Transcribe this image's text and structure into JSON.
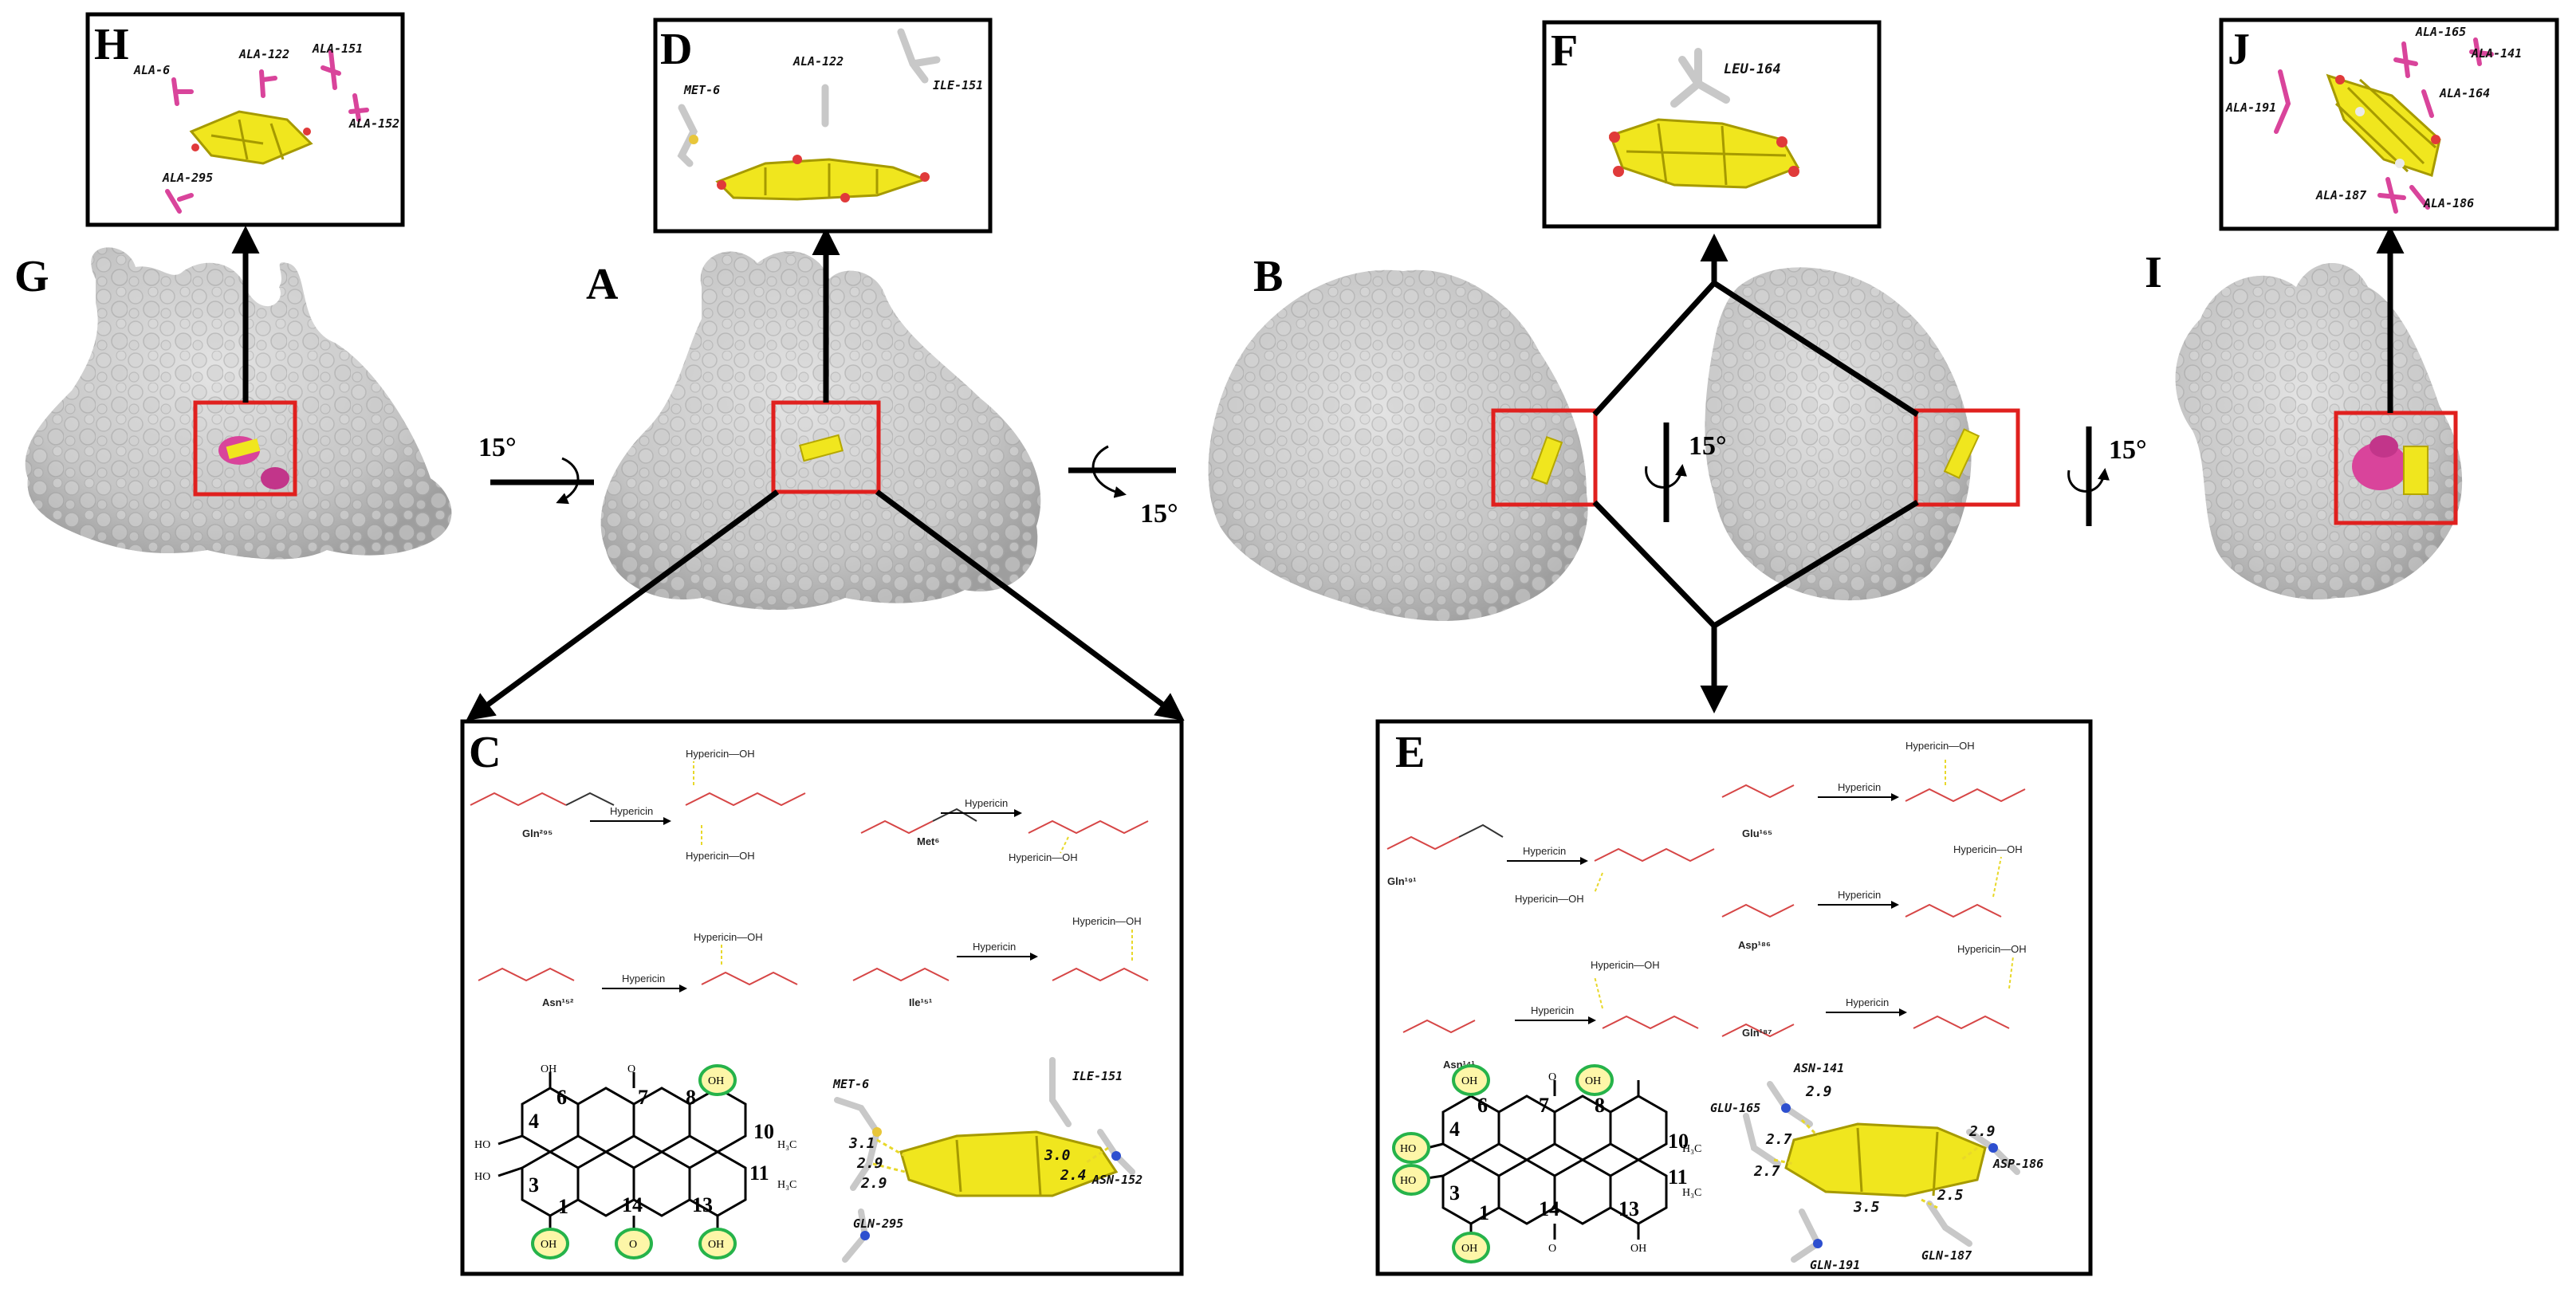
{
  "panel_labels": {
    "A": "A",
    "B": "B",
    "C": "C",
    "D": "D",
    "E": "E",
    "F": "F",
    "G": "G",
    "H": "H",
    "I": "I",
    "J": "J"
  },
  "rotation_label": "15°",
  "residues": {
    "H": [
      "ALA-6",
      "ALA-122",
      "ALA-151",
      "ALA-152",
      "ALA-295"
    ],
    "D": [
      "MET-6",
      "ALA-122",
      "ILE-151"
    ],
    "F": [
      "LEU-164"
    ],
    "J": [
      "ALA-165",
      "ALA-141",
      "ALA-191",
      "ALA-164",
      "ALA-187",
      "ALA-186"
    ],
    "C3d": [
      "MET-6",
      "ILE-151",
      "ASN-152",
      "GLN-295"
    ],
    "E3d": [
      "ASN-141",
      "GLU-165",
      "ASP-186",
      "GLN-191",
      "GLN-187"
    ]
  },
  "distances": {
    "C": [
      "3.1",
      "2.9",
      "2.9",
      "3.0",
      "2.4"
    ],
    "E": [
      "2.9",
      "2.7",
      "2.7",
      "2.9",
      "2.5",
      "3.5"
    ]
  },
  "ligand_name": "Hypericin",
  "ligand_oh": "Hypericin—OH",
  "scheme_C": {
    "residues": [
      "Gln²⁹⁵",
      "Met⁶",
      "Asn¹⁵²",
      "Ile¹⁵¹"
    ]
  },
  "scheme_E": {
    "residues": [
      "Gln¹⁹¹",
      "Glu¹⁶⁵",
      "Asp¹⁸⁶",
      "Asn¹⁴¹",
      "Gln¹⁸⁷"
    ]
  },
  "ring_numbers": [
    "1",
    "3",
    "4",
    "6",
    "7",
    "8",
    "10",
    "11",
    "13",
    "14"
  ],
  "substituents": {
    "OH": "OH",
    "HO": "HO",
    "O": "O",
    "CH3": "H₃C"
  },
  "colors": {
    "protein": "#c7c7c7",
    "ligand": "#f0e61e",
    "oxygen": "#e03a3a",
    "residue_pink": "#d9449b",
    "nitrogen": "#2d4fcf",
    "highlight_box": "#e0201e",
    "hydrogen_bond": "#e8d82a",
    "circle_green": "#26b34a"
  }
}
